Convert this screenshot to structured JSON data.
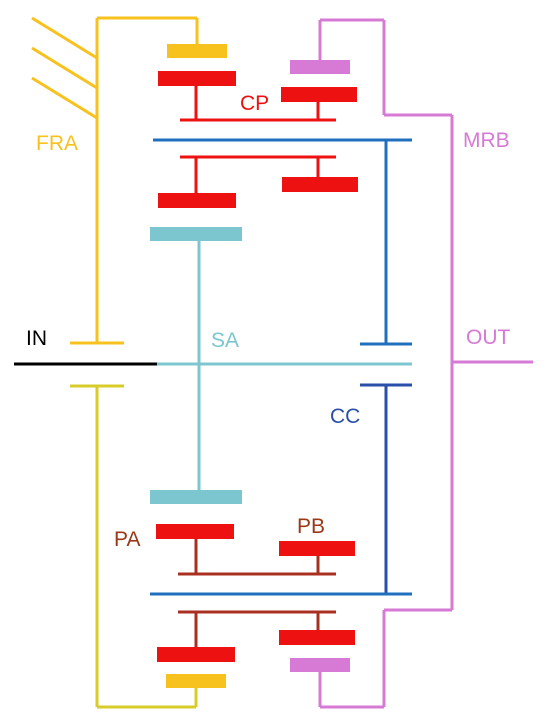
{
  "labels": {
    "fra": "FRA",
    "cp": "CP",
    "mrb": "MRB",
    "in": "IN",
    "sa": "SA",
    "out": "OUT",
    "cc": "CC",
    "pa": "PA",
    "pb": "PB"
  },
  "colors": {
    "fra_yellow": "#f7c11e",
    "ring_lower_yellow": "#d8cc2a",
    "planet_red": "#ee1111",
    "carrier_dark_red": "#a83020",
    "sun_cyan": "#7cc6cf",
    "carrier_blue": "#1f6fbf",
    "cc_dark_blue": "#2a4fa8",
    "ring_pink": "#d77ad6",
    "out_pink": "#d77ad6",
    "input_black": "#000000",
    "pa_label": "#9a3818",
    "pb_label": "#9a3818"
  }
}
